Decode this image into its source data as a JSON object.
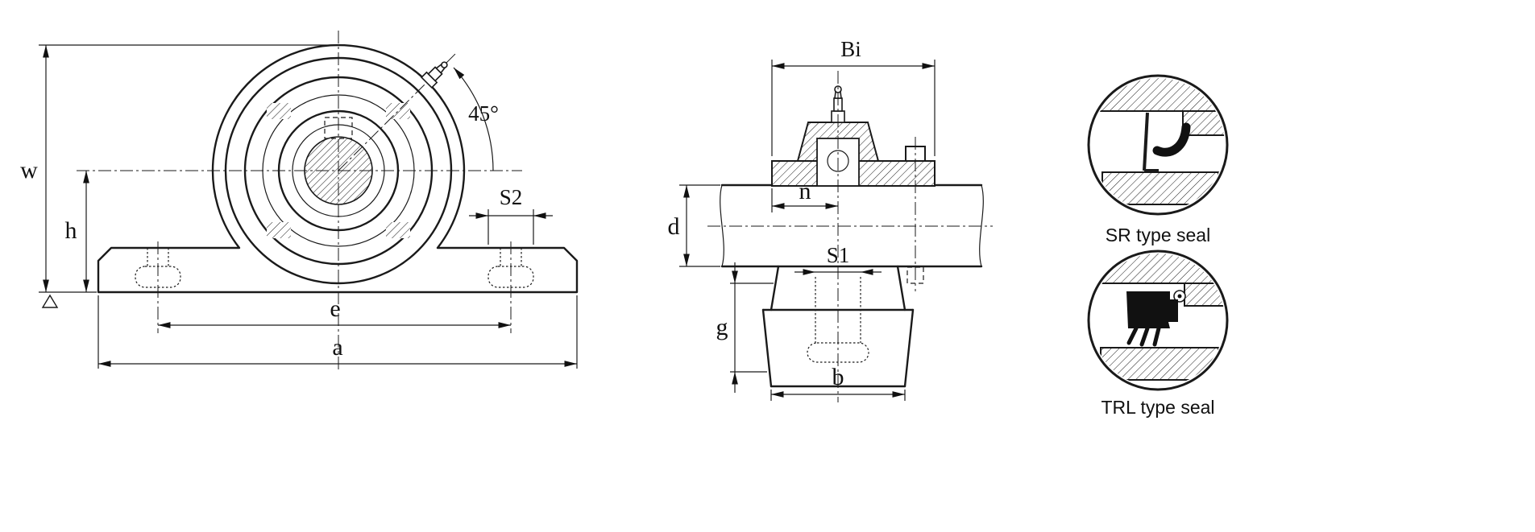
{
  "colors": {
    "ink": "#1a1a1a",
    "background": "#ffffff"
  },
  "front": {
    "labels": {
      "w": "w",
      "h": "h",
      "e": "e",
      "a": "a",
      "s2": "S2",
      "angle": "45°"
    }
  },
  "side": {
    "labels": {
      "bi": "Bi",
      "n": "n",
      "d": "d",
      "s1": "S1",
      "g": "g",
      "b": "b"
    }
  },
  "seals": {
    "sr": "SR type seal",
    "trl": "TRL type seal"
  }
}
